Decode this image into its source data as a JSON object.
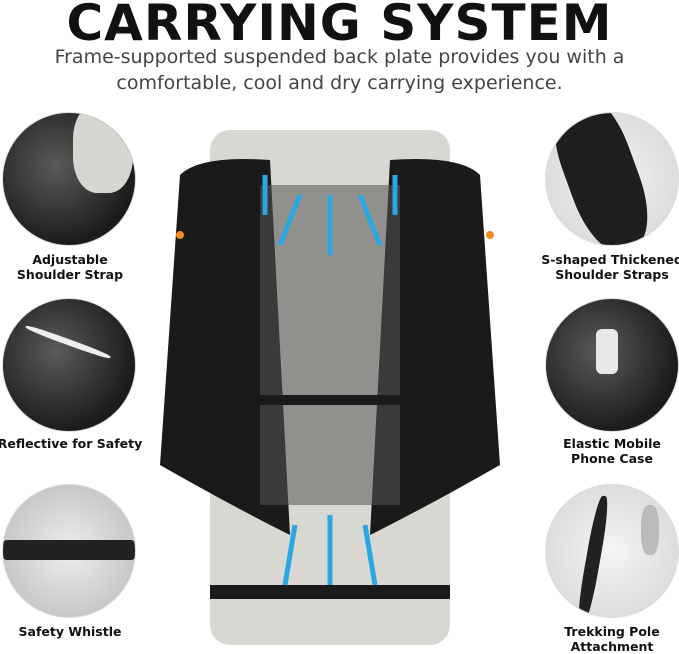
{
  "header": {
    "title": "CARRYING SYSTEM",
    "subtitle_line1": "Frame-supported suspended back plate provides you with a",
    "subtitle_line2": "comfortable, cool and dry carrying experience."
  },
  "features_left": [
    {
      "line1": "Adjustable",
      "line2": "Shoulder Strap"
    },
    {
      "line1": "Reflective for Safety",
      "line2": ""
    },
    {
      "line1": "Safety Whistle",
      "line2": ""
    }
  ],
  "features_right": [
    {
      "line1": "S-shaped Thickened",
      "line2": "Shoulder Straps"
    },
    {
      "line1": "Elastic Mobile",
      "line2": "Phone Case"
    },
    {
      "line1": "Trekking Pole",
      "line2": "Attachment"
    }
  ],
  "colors": {
    "airflow_arrows": "#2aa7e0",
    "accent_orange": "#f08a1c",
    "pack_body": "#1a1a1a",
    "back_panel": "#d9d7d1"
  }
}
